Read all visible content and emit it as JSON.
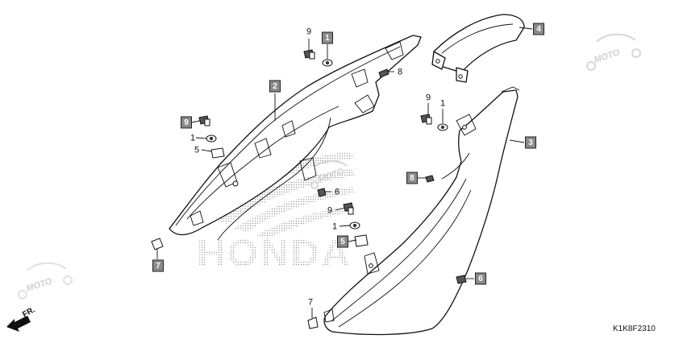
{
  "diagram_code": "K1K8F2310",
  "direction_label": "FR.",
  "brand_watermark": "HONDA",
  "site_watermark": "MOTO",
  "callouts": [
    {
      "id": "c1",
      "label": "1",
      "boxed": true
    },
    {
      "id": "c2",
      "label": "9",
      "boxed": false
    },
    {
      "id": "c3",
      "label": "8",
      "boxed": false
    },
    {
      "id": "c4",
      "label": "4",
      "boxed": true
    },
    {
      "id": "c5",
      "label": "2",
      "boxed": true
    },
    {
      "id": "c6",
      "label": "9",
      "boxed": true
    },
    {
      "id": "c7",
      "label": "1",
      "boxed": false
    },
    {
      "id": "c8",
      "label": "5",
      "boxed": false
    },
    {
      "id": "c9",
      "label": "9",
      "boxed": false
    },
    {
      "id": "c10",
      "label": "1",
      "boxed": false
    },
    {
      "id": "c11",
      "label": "3",
      "boxed": true
    },
    {
      "id": "c12",
      "label": "8",
      "boxed": true
    },
    {
      "id": "c13",
      "label": "6",
      "boxed": false
    },
    {
      "id": "c14",
      "label": "9",
      "boxed": false
    },
    {
      "id": "c15",
      "label": "1",
      "boxed": false
    },
    {
      "id": "c16",
      "label": "5",
      "boxed": true
    },
    {
      "id": "c17",
      "label": "7",
      "boxed": true
    },
    {
      "id": "c18",
      "label": "6",
      "boxed": true
    },
    {
      "id": "c19",
      "label": "7",
      "boxed": false
    }
  ]
}
